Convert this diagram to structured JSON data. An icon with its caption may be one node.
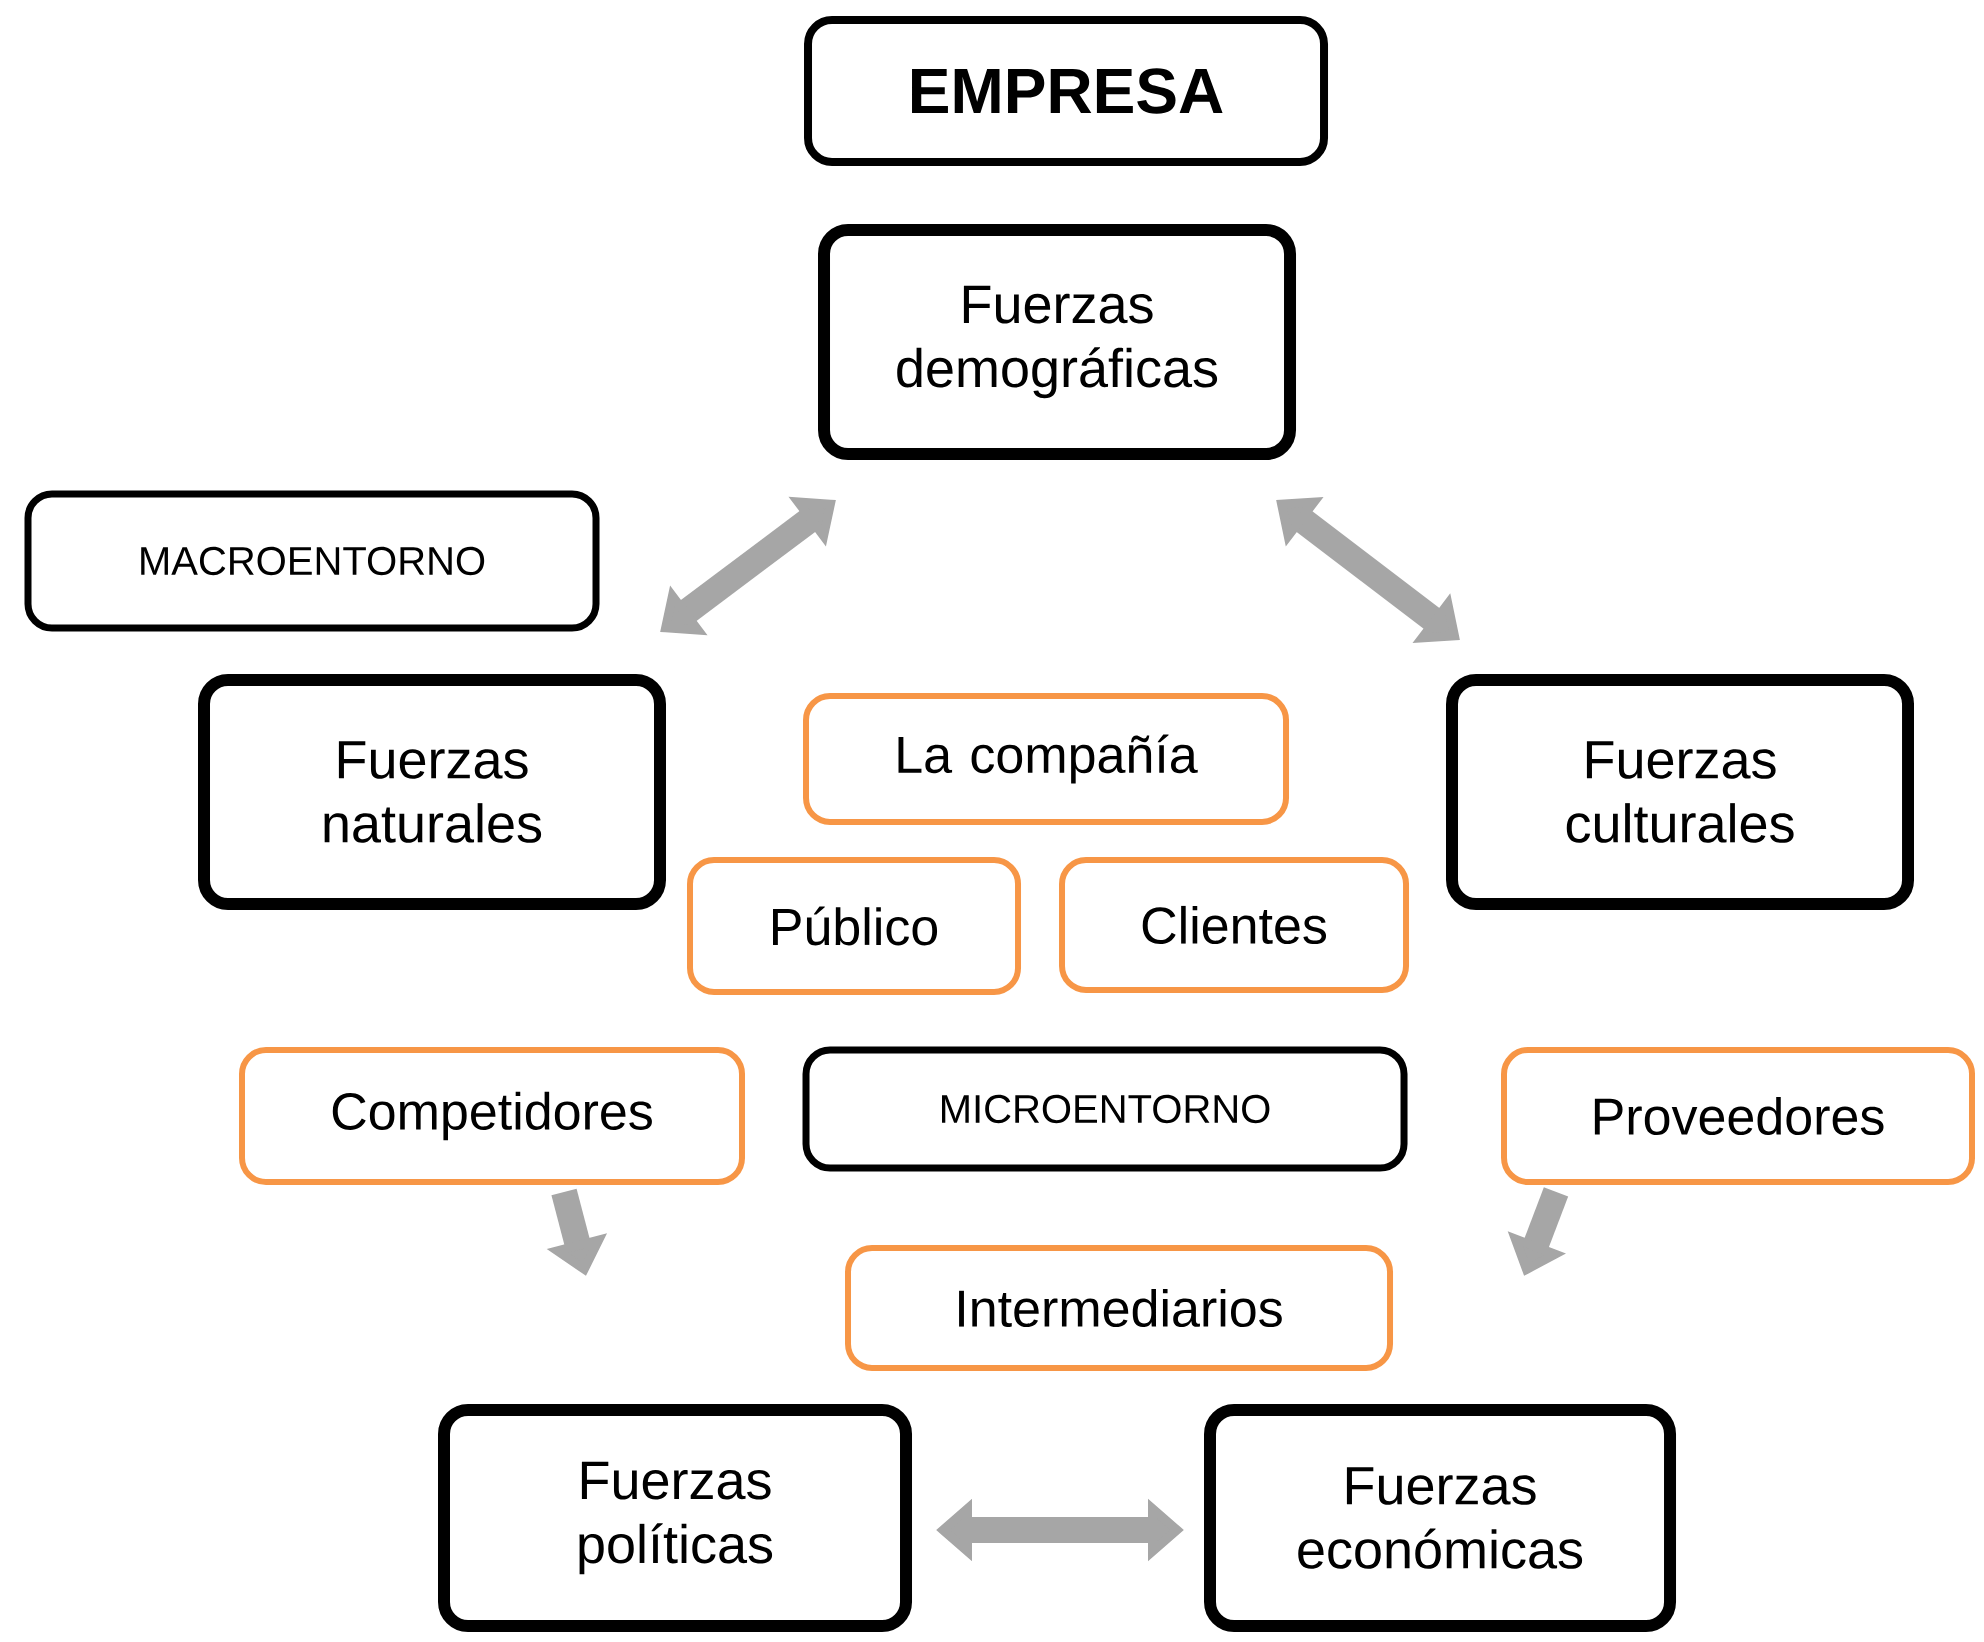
{
  "diagram": {
    "nodes": [
      {
        "text": [
          "EMPRESA"
        ]
      },
      {
        "text": [
          "Fuerzas demográficas"
        ]
      },
      {
        "text": [
          "MACROENTORNO"
        ]
      },
      {
        "text": [
          "Fuerzas naturales"
        ]
      },
      {
        "text": [
          "La compañía"
        ]
      },
      {
        "text": [
          "Fuerzas culturales"
        ]
      },
      {
        "text": [
          "Público"
        ]
      },
      {
        "text": [
          "Clientes"
        ]
      },
      {
        "text": [
          "Competidores"
        ]
      },
      {
        "text": [
          "MICROENTORNO"
        ]
      },
      {
        "text": [
          "Proveedores"
        ]
      },
      {
        "text": [
          "Intermediarios"
        ]
      },
      {
        "text": [
          "Fuerzas políticas"
        ]
      },
      {
        "text": [
          "Fuerzas económicas"
        ]
      }
    ],
    "edges": [
      {
        "from": 1,
        "to": 3,
        "arrow": "both"
      },
      {
        "from": 1,
        "to": 5,
        "arrow": "both"
      },
      {
        "from": 12,
        "to": 13,
        "arrow": "both"
      },
      {
        "from": 8,
        "to": null,
        "arrow": "to"
      },
      {
        "from": 10,
        "to": null,
        "arrow": "to"
      }
    ]
  }
}
